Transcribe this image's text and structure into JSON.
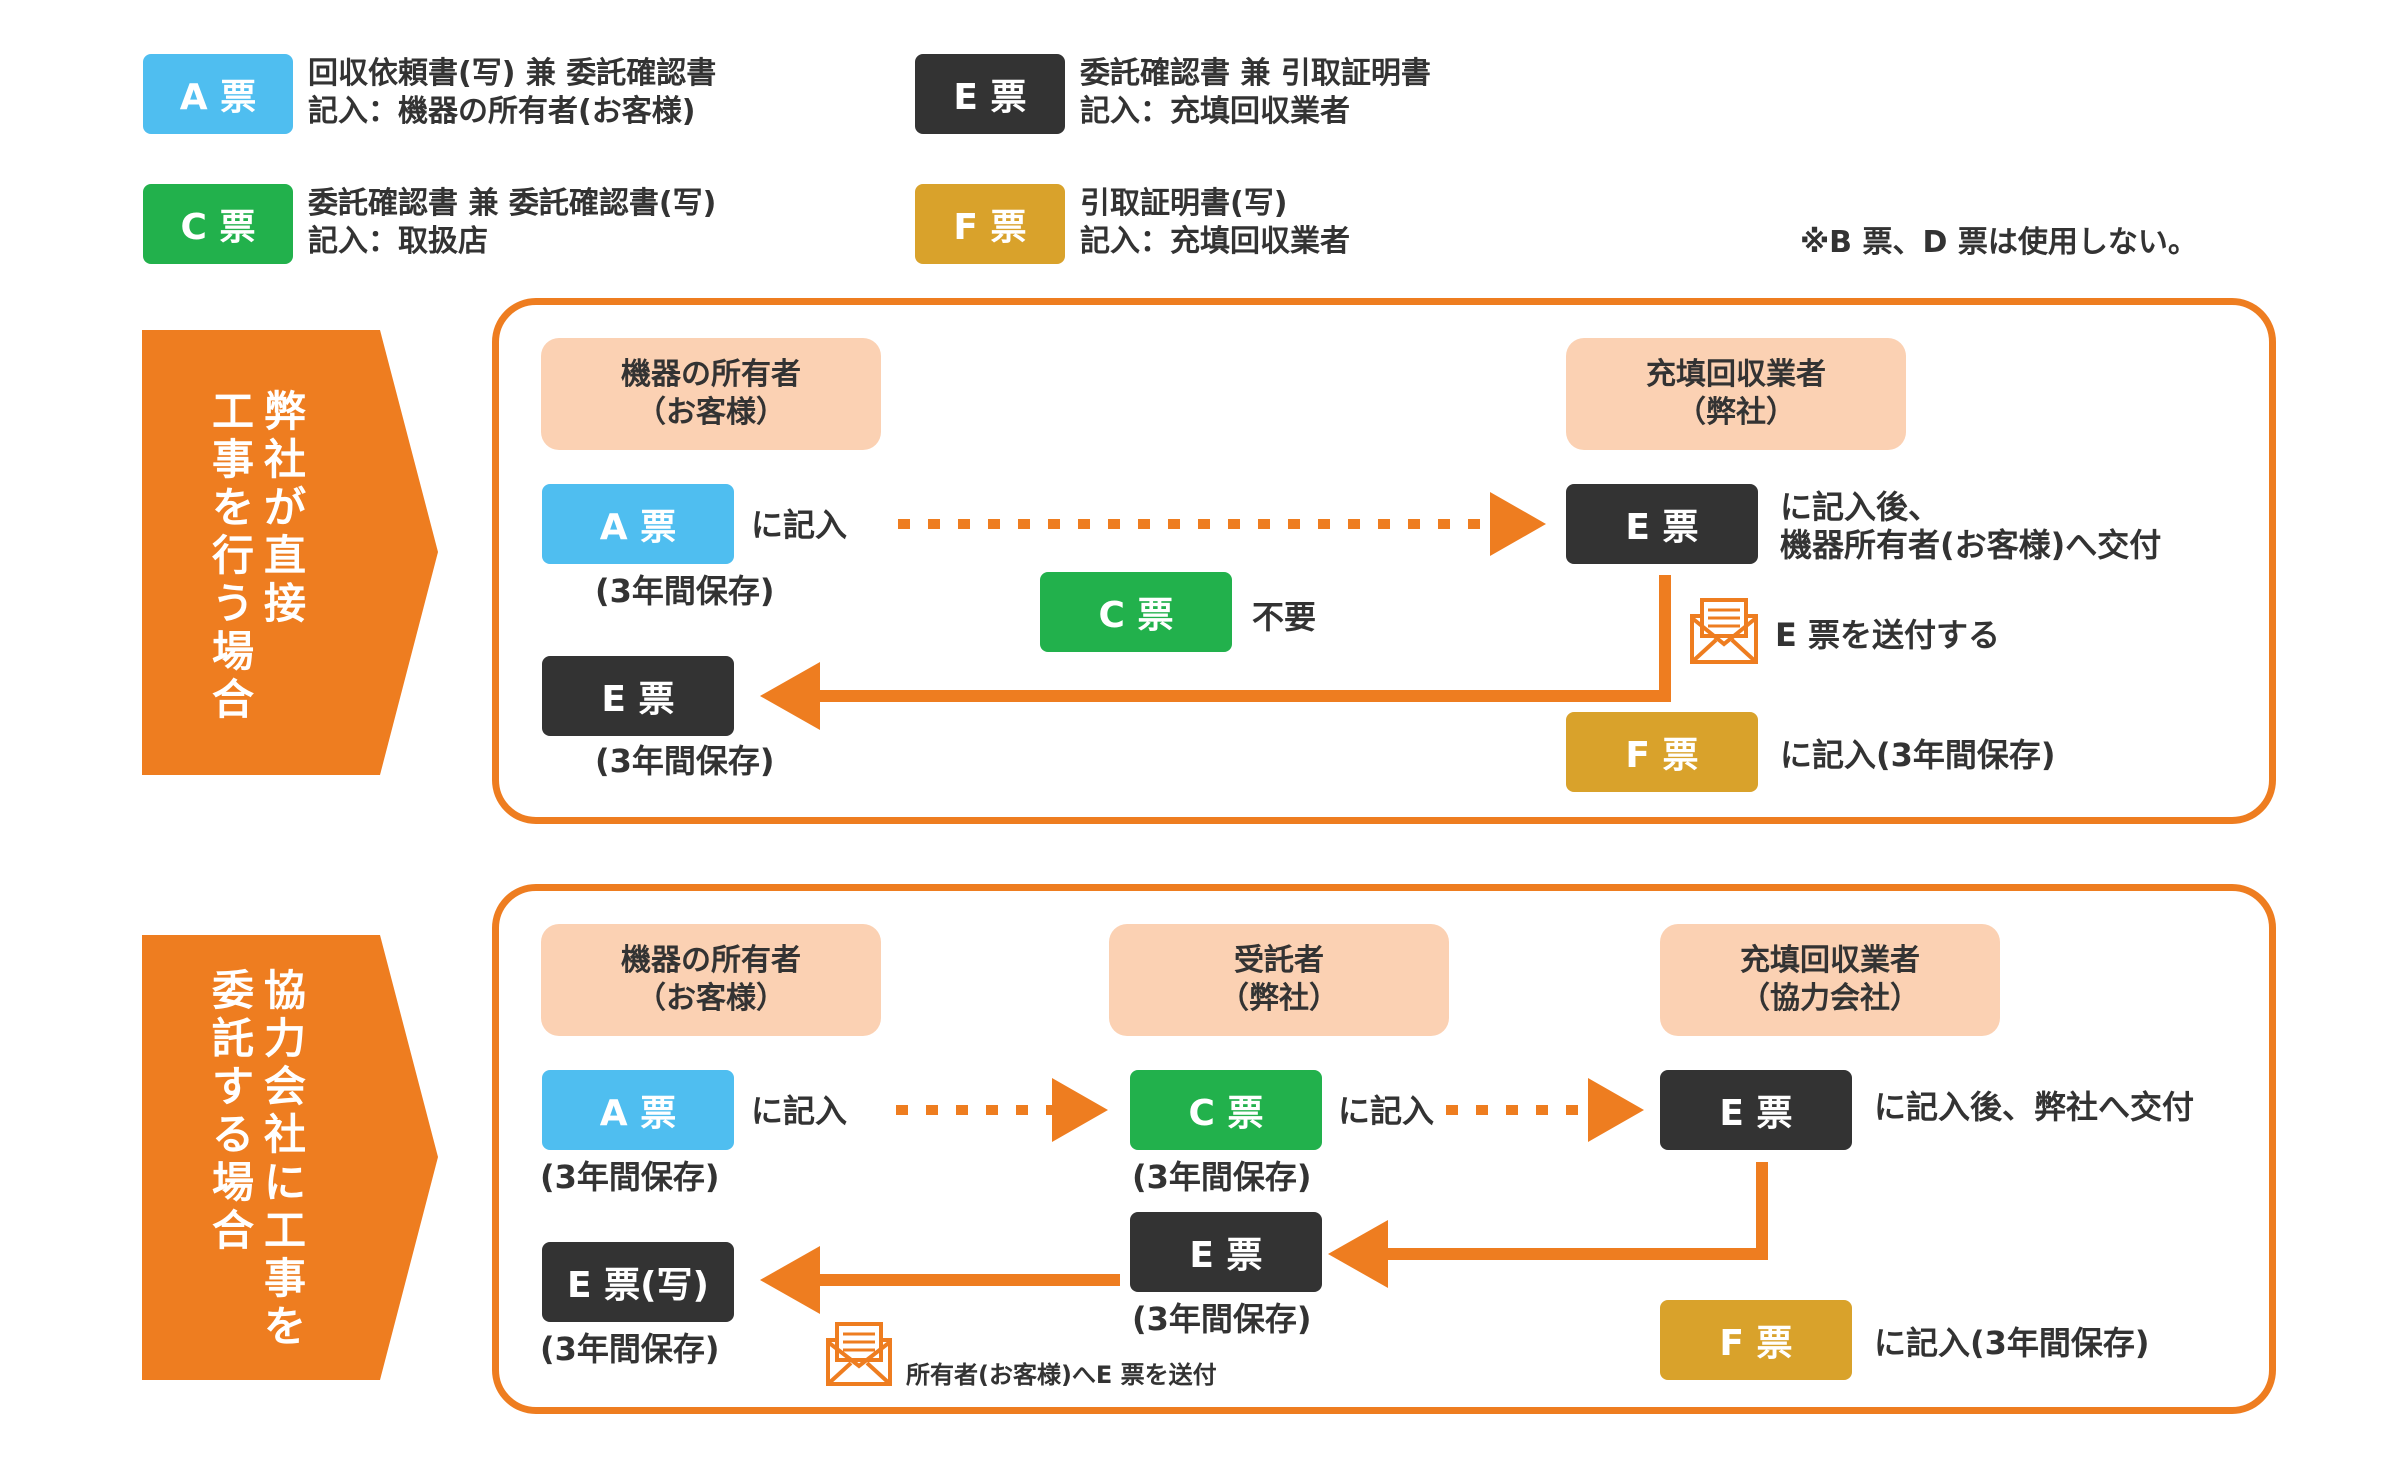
{
  "colors": {
    "ticket_A": "#4fbef0",
    "ticket_C": "#22b14c",
    "ticket_E": "#333333",
    "ticket_F": "#d9a22b",
    "accent_orange": "#ee7d20",
    "party_bg": "#fbd1b3"
  },
  "legend": {
    "A": {
      "badge": "A 票",
      "line1": "回収依頼書(写) 兼 委託確認書",
      "line2": "記入：機器の所有者(お客様)"
    },
    "E": {
      "badge": "E 票",
      "line1": "委託確認書 兼 引取証明書",
      "line2": "記入：充填回収業者"
    },
    "C": {
      "badge": "C 票",
      "line1": "委託確認書 兼 委託確認書(写)",
      "line2": "記入：取扱店"
    },
    "F": {
      "badge": "F 票",
      "line1": "引取証明書(写)",
      "line2": "記入：充填回収業者"
    },
    "note": "※B 票、D 票は使用しない。"
  },
  "section1": {
    "side_title_col1": "弊社が直接",
    "side_title_col2": "工事を行う場合",
    "owner": {
      "line1": "機器の所有者",
      "line2": "（お客様）"
    },
    "collector": {
      "line1": "充填回収業者",
      "line2": "（弊社）"
    },
    "a_ticket": "A 票",
    "a_action": "に記入",
    "a_keep": "(3年間保存)",
    "c_ticket": "C 票",
    "c_action": "不要",
    "e_ticket": "E 票",
    "e_action_line1": "に記入後、",
    "e_action_line2": "機器所有者(お客様)へ交付",
    "mail_text": "E 票を送付する",
    "e_return": "E 票",
    "e_return_keep": "(3年間保存)",
    "f_ticket": "F 票",
    "f_action": "に記入(3年間保存)"
  },
  "section2": {
    "side_title_col1": "協力会社に工事を",
    "side_title_col2": "委託する場合",
    "owner": {
      "line1": "機器の所有者",
      "line2": "（お客様）"
    },
    "contractor": {
      "line1": "受託者",
      "line2": "（弊社）"
    },
    "collector": {
      "line1": "充填回収業者",
      "line2": "（協力会社）"
    },
    "a_ticket": "A 票",
    "a_action": "に記入",
    "a_keep": "(3年間保存)",
    "c_ticket": "C 票",
    "c_action": "に記入",
    "c_keep": "(3年間保存)",
    "e_ticket": "E 票",
    "e_action": "に記入後、弊社へ交付",
    "e_mid": "E 票",
    "e_mid_keep": "(3年間保存)",
    "e_copy": "E 票(写)",
    "e_copy_keep": "(3年間保存)",
    "mail_text": "所有者(お客様)へE 票を送付",
    "f_ticket": "F 票",
    "f_action": "に記入(3年間保存)"
  }
}
